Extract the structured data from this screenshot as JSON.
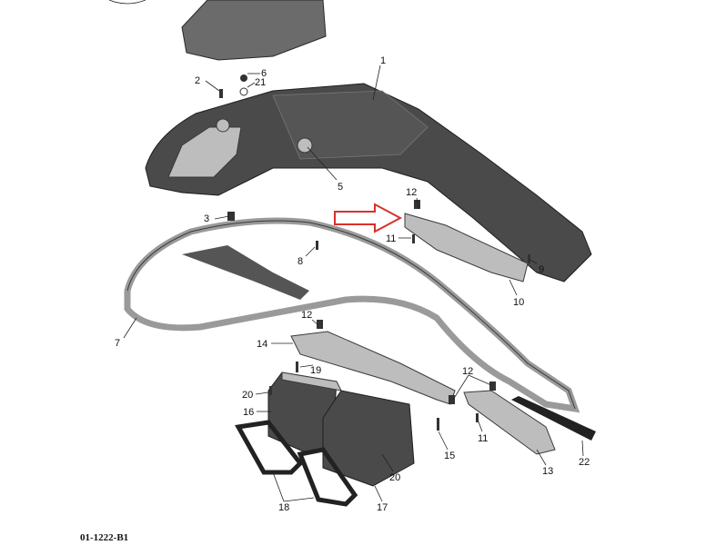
{
  "diagram_id": "01-1222-B1",
  "callouts": {
    "c1": "1",
    "c2": "2",
    "c6": "6",
    "c21": "21",
    "c5": "5",
    "c12a": "12",
    "c11a": "11",
    "c3": "3",
    "c8": "8",
    "c9": "9",
    "c10": "10",
    "c7": "7",
    "c12b": "12",
    "c14": "14",
    "c19": "19",
    "c20a": "20",
    "c16": "16",
    "c12c": "12",
    "c11b": "11",
    "c15": "15",
    "c13": "13",
    "c22": "22",
    "c20b": "20",
    "c18": "18",
    "c17": "17"
  },
  "colors": {
    "highlight_arrow": "#d9302c"
  }
}
